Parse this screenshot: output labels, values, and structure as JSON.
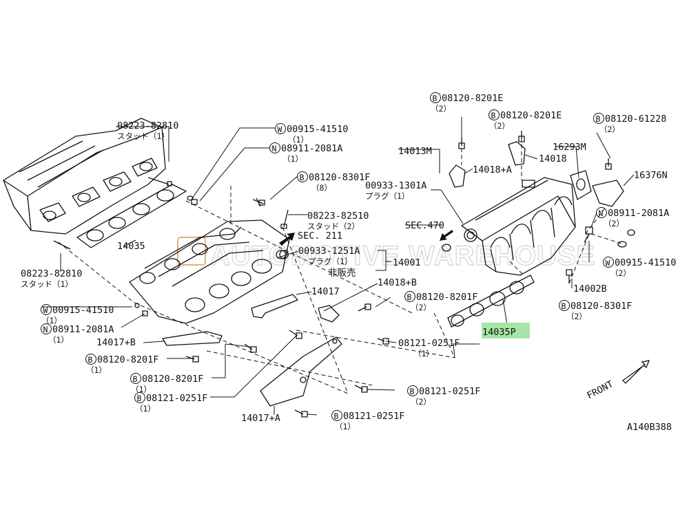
{
  "diagram_id": "A140B388",
  "front_label": "FRONT",
  "watermark": "AUTOMOTIVE WAREHOUSE",
  "highlight_color": "#a6e6a6",
  "callouts": {
    "c_82810_top": {
      "code": "08223-82810",
      "sub": "スタッド（1）"
    },
    "c_82810_bot": {
      "code": "08223-82810",
      "sub": "スタッド（1）"
    },
    "c_w41510_top": {
      "prefix": "W",
      "code": "00915-41510",
      "sub": "（1）"
    },
    "c_n2081_top": {
      "prefix": "N",
      "code": "08911-2081A",
      "sub": "（1）"
    },
    "c_b8301_mid": {
      "prefix": "B",
      "code": "08120-8301F",
      "sub": "（8）"
    },
    "c_82510": {
      "code": "08223-82510",
      "sub": "スタッド（2）"
    },
    "c_sec211": {
      "code": "SEC. 211"
    },
    "c_1251a": {
      "code": "00933-1251A",
      "sub": "プラグ（1）"
    },
    "c_14001": {
      "code": "14001"
    },
    "c_hanbai": {
      "code": "非販売"
    },
    "c_14017": {
      "code": "14017"
    },
    "c_14018b": {
      "code": "14018+B"
    },
    "c_14035_left": {
      "code": "14035"
    },
    "c_w41510_left": {
      "prefix": "W",
      "code": "00915-41510",
      "sub": "（1）"
    },
    "c_n2081_left": {
      "prefix": "N",
      "code": "08911-2081A",
      "sub": "（1）"
    },
    "c_14017b": {
      "code": "14017+B"
    },
    "c_b8201_a": {
      "prefix": "B",
      "code": "08120-8201F",
      "sub": "（1）"
    },
    "c_b8201_b": {
      "prefix": "B",
      "code": "08120-8201F",
      "sub": "（1）"
    },
    "c_b0251_left": {
      "prefix": "B",
      "code": "08121-0251F",
      "sub": "（1）"
    },
    "c_b8201_c": {
      "prefix": "B",
      "code": "08120-8201F",
      "sub": "（2）"
    },
    "c_0251_mid": {
      "code": "08121-0251F",
      "sub": "（1）"
    },
    "c_b0251_2": {
      "prefix": "B",
      "code": "08121-0251F",
      "sub": "（2）"
    },
    "c_14017a": {
      "code": "14017+A"
    },
    "c_b0251_bot": {
      "prefix": "B",
      "code": "08121-0251F",
      "sub": "（1）"
    },
    "c_b8201e_1": {
      "prefix": "B",
      "code": "08120-8201E",
      "sub": "（2）"
    },
    "c_b8201e_2": {
      "prefix": "B",
      "code": "08120-8201E",
      "sub": "（2）"
    },
    "c_b61228": {
      "prefix": "B",
      "code": "08120-61228",
      "sub": "（2）"
    },
    "c_14013m": {
      "code": "14013M"
    },
    "c_16293m": {
      "code": "16293M"
    },
    "c_14018a": {
      "code": "14018+A"
    },
    "c_14018": {
      "code": "14018"
    },
    "c_16376n": {
      "code": "16376N"
    },
    "c_1301a": {
      "code": "00933-1301A",
      "sub": "プラグ（1）"
    },
    "c_sec470": {
      "code": "SEC.470"
    },
    "c_n2081_right": {
      "prefix": "N",
      "code": "08911-2081A",
      "sub": "（2）"
    },
    "c_w41510_right": {
      "prefix": "W",
      "code": "00915-41510",
      "sub": "（2）"
    },
    "c_14002b": {
      "code": "14002B"
    },
    "c_b8301_right": {
      "prefix": "B",
      "code": "08120-8301F",
      "sub": "（2）"
    },
    "c_14035p": {
      "code": "14035P"
    }
  }
}
